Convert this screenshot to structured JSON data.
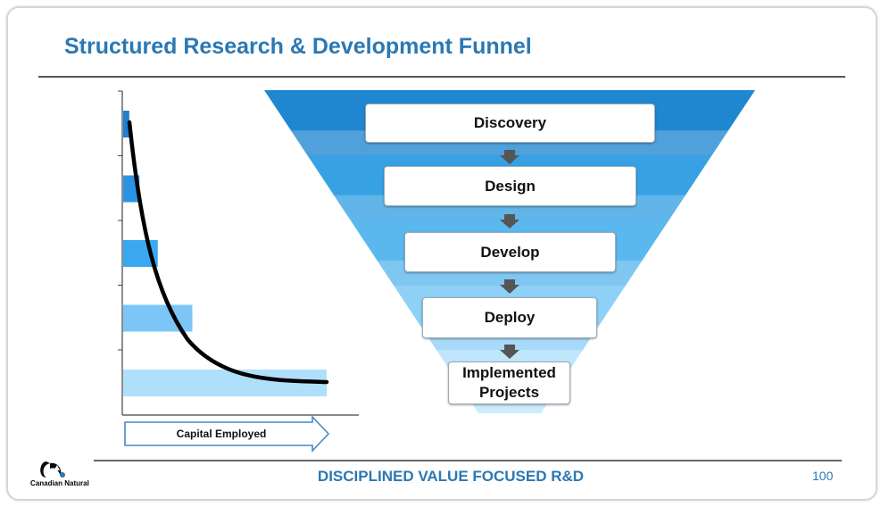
{
  "slide": {
    "title": "Structured Research & Development Funnel",
    "footer": "DISCIPLINED VALUE FOCUSED R&D",
    "page_number": "100",
    "logo_text": "Canadian Natural"
  },
  "capital_chart": {
    "axis_label": "Capital Employed",
    "bar_levels": [
      0.03,
      0.08,
      0.17,
      0.34,
      1.0
    ],
    "colors": [
      "#1f7fd0",
      "#2b93e3",
      "#3aa8f0",
      "#7cc6f7",
      "#aee0fb"
    ]
  },
  "funnel": {
    "stages": [
      "Discovery",
      "Design",
      "Develop",
      "Deploy",
      "Implemented Projects"
    ],
    "colors": [
      "#1f86d1",
      "#37a1e3",
      "#5bb8ee",
      "#8fd0f6",
      "#bfe6fb"
    ]
  }
}
